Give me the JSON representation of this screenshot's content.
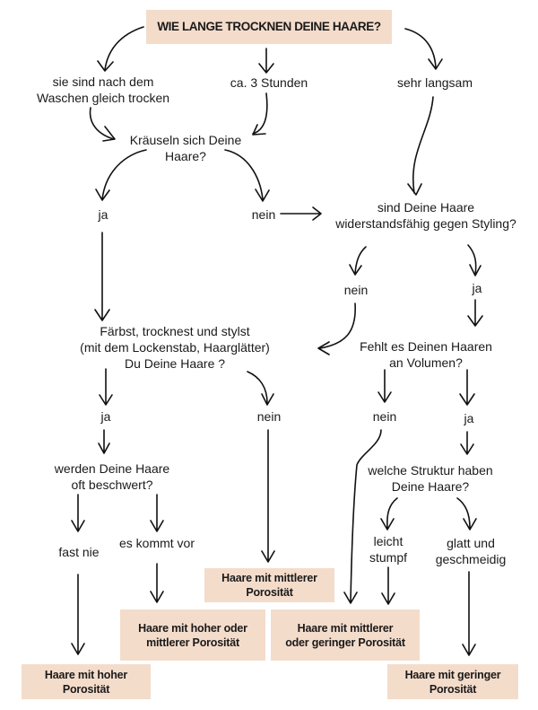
{
  "title": "WIE LANGE TROCKNEN DEINE HAARE?",
  "nodes": {
    "dry_fast": [
      "sie sind nach dem",
      "Waschen gleich trocken"
    ],
    "dry_3h": "ca. 3 Stunden",
    "dry_slow": "sehr langsam",
    "q_frizz": [
      "Kräuseln sich Deine",
      "Haare?"
    ],
    "frizz_yes": "ja",
    "frizz_no": "nein",
    "q_resist": [
      "sind Deine Haare",
      "widerstandsfähig gegen Styling?"
    ],
    "resist_no": "nein",
    "resist_yes": "ja",
    "q_style": [
      "Färbst, trocknest und stylst",
      "(mit dem Lockenstab, Haarglätter)",
      "Du Deine Haare ?"
    ],
    "style_yes": "ja",
    "style_no": "nein",
    "q_volume": [
      "Fehlt es Deinen Haaren",
      "an Volumen?"
    ],
    "volume_no": "nein",
    "volume_yes": "ja",
    "q_weighed": [
      "werden Deine Haare",
      "oft beschwert?"
    ],
    "weighed_rarely": "fast nie",
    "weighed_sometimes": "es kommt vor",
    "q_structure": [
      "welche Struktur haben",
      "Deine Haare?"
    ],
    "structure_dull": [
      "leicht",
      "stumpf"
    ],
    "structure_smooth": [
      "glatt und",
      "geschmeidig"
    ]
  },
  "results": {
    "medium": [
      "Haare mit mittlerer",
      "Porosität"
    ],
    "high_or_medium": [
      "Haare mit hoher oder",
      "mittlerer Porosität"
    ],
    "medium_or_low": [
      "Haare mit mittlerer",
      "oder geringer Porosität"
    ],
    "high": [
      "Haare mit hoher",
      "Porosität"
    ],
    "low": [
      "Haare mit geringer",
      "Porosität"
    ]
  },
  "colors": {
    "result_box": "#f4dccb",
    "stroke": "#111111"
  }
}
